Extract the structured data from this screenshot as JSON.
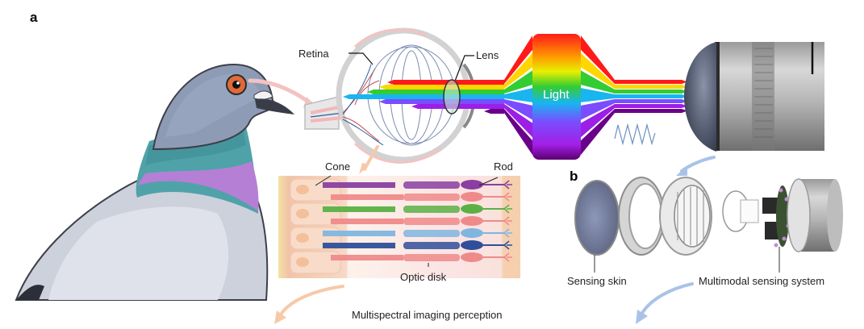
{
  "panels": {
    "a": {
      "label": "a"
    },
    "b": {
      "label": "b"
    }
  },
  "labels": {
    "retina": "Retina",
    "lens": "Lens",
    "light": "Light",
    "cone": "Cone",
    "rod": "Rod",
    "optic_disk": "Optic disk",
    "sensing_skin": "Sensing skin",
    "multimodal": "Multimodal sensing system",
    "multispectral": "Multispectral imaging perception"
  },
  "colors": {
    "spectrum": [
      "#ff1a1a",
      "#ffd700",
      "#33cc33",
      "#19b5f0",
      "#7a4dff",
      "#9b1fe6",
      "#6a008a"
    ],
    "arrow_peach": "#f7c9a8",
    "arrow_blue": "#a9c3e8",
    "pigeon_head": "#8e9bb5",
    "pigeon_neck_teal": "#4fa3a8",
    "pigeon_neck_purple": "#b57fd6",
    "pigeon_body": "#cdd1dc"
  }
}
